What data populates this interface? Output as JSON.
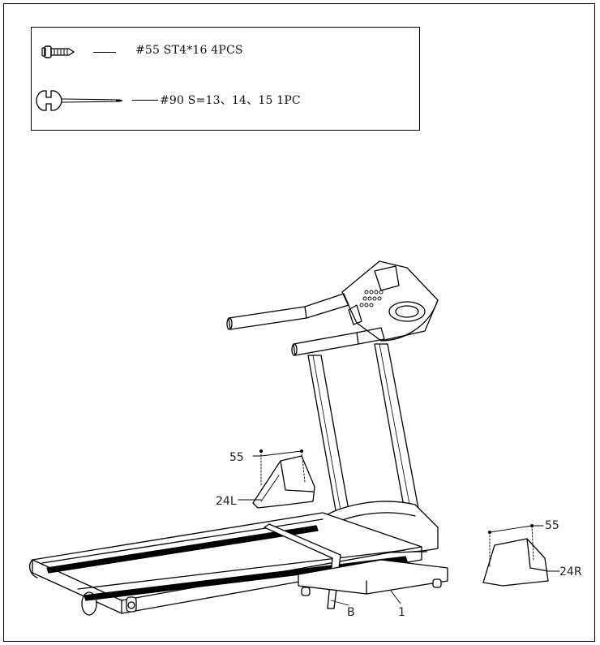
{
  "parts": [
    {
      "id": "55",
      "text": "#55 ST4*16 4PCS",
      "icon": "screw-icon"
    },
    {
      "id": "90",
      "text": "#90 S=13、14、15 1PC",
      "icon": "wrench-icon"
    }
  ],
  "callouts": {
    "left_screw": "55",
    "left_cover": "24L",
    "right_screw": "55",
    "right_cover": "24R",
    "belt": "B",
    "base": "1"
  }
}
